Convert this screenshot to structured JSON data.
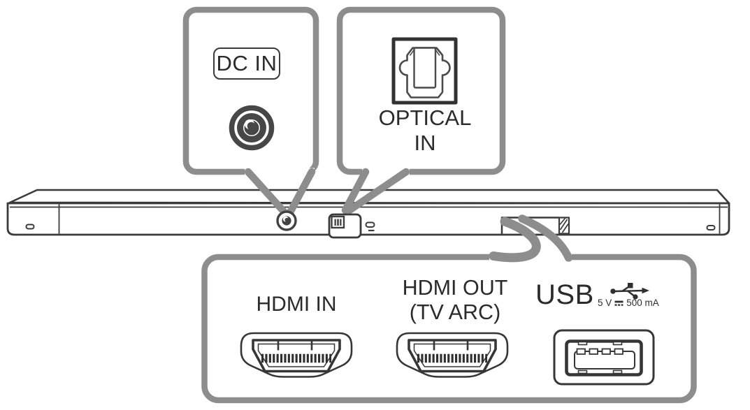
{
  "diagram": {
    "description": "Soundbar rear panel connection diagram with callouts",
    "callout_dc": {
      "label": "DC IN"
    },
    "callout_optical": {
      "line1": "OPTICAL",
      "line2": "IN"
    },
    "callout_ports": {
      "hdmi_in_label": "HDMI IN",
      "hdmi_out_line1": "HDMI OUT",
      "hdmi_out_line2": "(TV ARC)",
      "usb_label": "USB",
      "usb_rating_prefix": "5 V",
      "usb_rating_suffix": "500 mA"
    },
    "icons": {
      "dc_plug_icon": "coaxial DC power plug (concentric rings with crescent)",
      "dc_jack_icon": "DC power jack on soundbar",
      "optical_port_icon": "TOSLINK optical digital audio port",
      "hdmi_port_icon": "HDMI connector front view with pin row",
      "usb_port_icon": "USB Type-A receptacle",
      "usb_trident_icon": "USB trident symbol",
      "dc_symbol_icon": "direct-current symbol (solid bar over dashes)"
    },
    "colors": {
      "callout_gray": "#8d8d8d",
      "outline_dark": "#3a3a3a",
      "text": "#2b2b2b",
      "background": "#ffffff"
    }
  }
}
